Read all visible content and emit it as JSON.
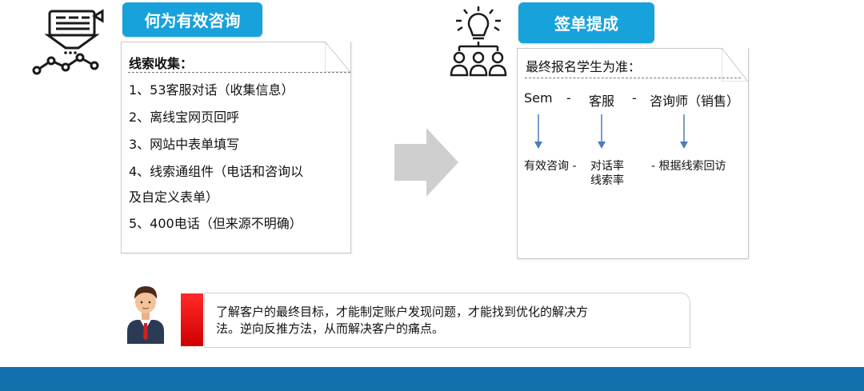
{
  "left_panel": {
    "title": "何为有效咨询",
    "heading": "线索收集：",
    "items": [
      "1、53客服对话（收集信息）",
      "2、离线宝网页回呼",
      "3、网站中表单填写",
      "4、线索通组件（电话和咨询以",
      "及自定义表单）",
      "5、400电话（但来源不明确）"
    ],
    "icon": "data-funnel-icon"
  },
  "arrow_icon": "right-arrow-icon",
  "right_panel": {
    "title": "签单提成",
    "heading": "最终报名学生为准：",
    "flow_top": {
      "a": "Sem",
      "sep1": "-",
      "b": "客服",
      "sep2": "-",
      "c": "咨询师（销售）"
    },
    "flow_bottom": {
      "a": "有效咨询 -",
      "b1": "对话率",
      "b2": "线索率",
      "c": "- 根据线索回访"
    },
    "icon": "idea-team-icon"
  },
  "note": {
    "line1": "了解客户的最终目标，才能制定账户发现问题，才能找到优化的解决方",
    "line2": "法。逆向反推方法，从而解决客户的痛点。",
    "icon": "businessman-avatar-icon"
  },
  "colors": {
    "title_bg": "#17a2dc",
    "accent_red": "#e00000",
    "footer_bar": "#1271ad",
    "arrow_gray": "#cfcfcf",
    "flow_arrow": "#4a7ebb"
  }
}
